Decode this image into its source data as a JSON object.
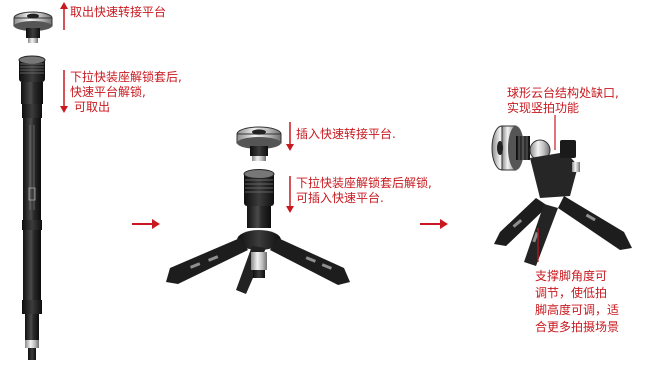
{
  "annotations": {
    "remove_platform": {
      "lines": [
        "取出快速转接平台"
      ]
    },
    "pull_lock_remove": {
      "lines": [
        "下拉快装座解锁套后,",
        "快速平台解锁,",
        "可取出"
      ]
    },
    "insert_platform": {
      "lines": [
        "插入快速转接平台."
      ]
    },
    "pull_lock_insert": {
      "lines": [
        "下拉快装座解锁套后解锁,",
        "可插入快速平台."
      ]
    },
    "ball_head_notch": {
      "lines": [
        "球形云台结构处缺口,",
        "实现竖拍功能"
      ]
    },
    "support_legs": {
      "lines": [
        "支撑脚角度可",
        "调节，使低拍",
        "脚高度可调，适",
        "合更多拍摄场景"
      ]
    }
  },
  "colors": {
    "accent": "#c8191f",
    "metal": "#1b1b1b",
    "mid": "#5a5a5a",
    "light": "#cfcfcf"
  }
}
